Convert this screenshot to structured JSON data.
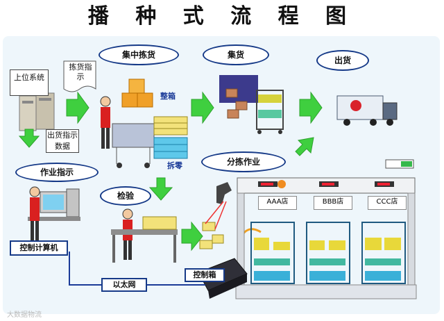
{
  "title": "播 种 式 流 程 图",
  "stages": {
    "central_picking": "集中拣货",
    "consolidation": "集货",
    "shipping": "出货",
    "sorting_work": "分拣作业",
    "work_instruction": "作业指示",
    "inspection": "检验"
  },
  "labels": {
    "upper_system": "上位系统",
    "picking_instruction": "拣货指示",
    "shipping_instruction_data": "出货指示数据",
    "full_case": "整箱",
    "split_case": "拆零",
    "control_computer": "控制计算机",
    "ethernet": "以太网",
    "control_box": "控制箱"
  },
  "stores": [
    "AAA店",
    "BBB店",
    "CCC店"
  ],
  "watermark_left": "大数据物流"
}
